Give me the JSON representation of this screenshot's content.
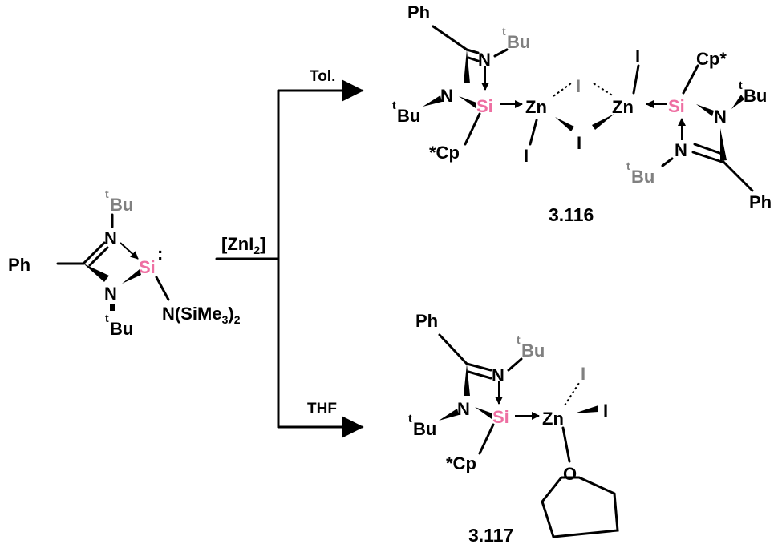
{
  "reactant": {
    "ph": "Ph",
    "n_top": "N",
    "tbu_top_sup": "t",
    "tbu_top": "Bu",
    "n_bottom": "N",
    "tbu_bottom_sup": "t",
    "tbu_bottom": "Bu",
    "si": "Si",
    "lone_pair": ":",
    "amide_main": "N(SiMe",
    "amide_sub": "3",
    "amide_close": ")",
    "amide_sub2": "2"
  },
  "reagent": {
    "open": "[ZnI",
    "sub": "2",
    "close": "]"
  },
  "conditions": {
    "top": "Tol.",
    "bottom": "THF"
  },
  "product_116": {
    "label": "3.116",
    "left": {
      "ph": "Ph",
      "n_top": "N",
      "tbu_top_sup": "t",
      "tbu_top": "Bu",
      "n_left": "N",
      "tbu_left_sup": "t",
      "tbu_left": "Bu",
      "si": "Si",
      "cp": "*Cp"
    },
    "core": {
      "zn_left": "Zn",
      "zn_right": "Zn",
      "i_bridge_top": "I",
      "i_bridge_bottom": "I",
      "i_term_left": "I",
      "i_term_right": "I"
    },
    "right": {
      "cp": "Cp*",
      "si": "Si",
      "n_right": "N",
      "tbu_right_sup": "t",
      "tbu_right": "Bu",
      "n_bottom": "N",
      "tbu_bottom_sup": "t",
      "tbu_bottom": "Bu",
      "ph": "Ph"
    }
  },
  "product_117": {
    "label": "3.117",
    "ph": "Ph",
    "n_top": "N",
    "tbu_top_sup": "t",
    "tbu_top": "Bu",
    "n_left": "N",
    "tbu_left_sup": "t",
    "tbu_left": "Bu",
    "si": "Si",
    "cp": "*Cp",
    "zn": "Zn",
    "i_top": "I",
    "i_right": "I",
    "o": "O"
  },
  "colors": {
    "silicon": "#ee6fa2",
    "tbu_grey": "#808080",
    "bonds": "#000000"
  }
}
